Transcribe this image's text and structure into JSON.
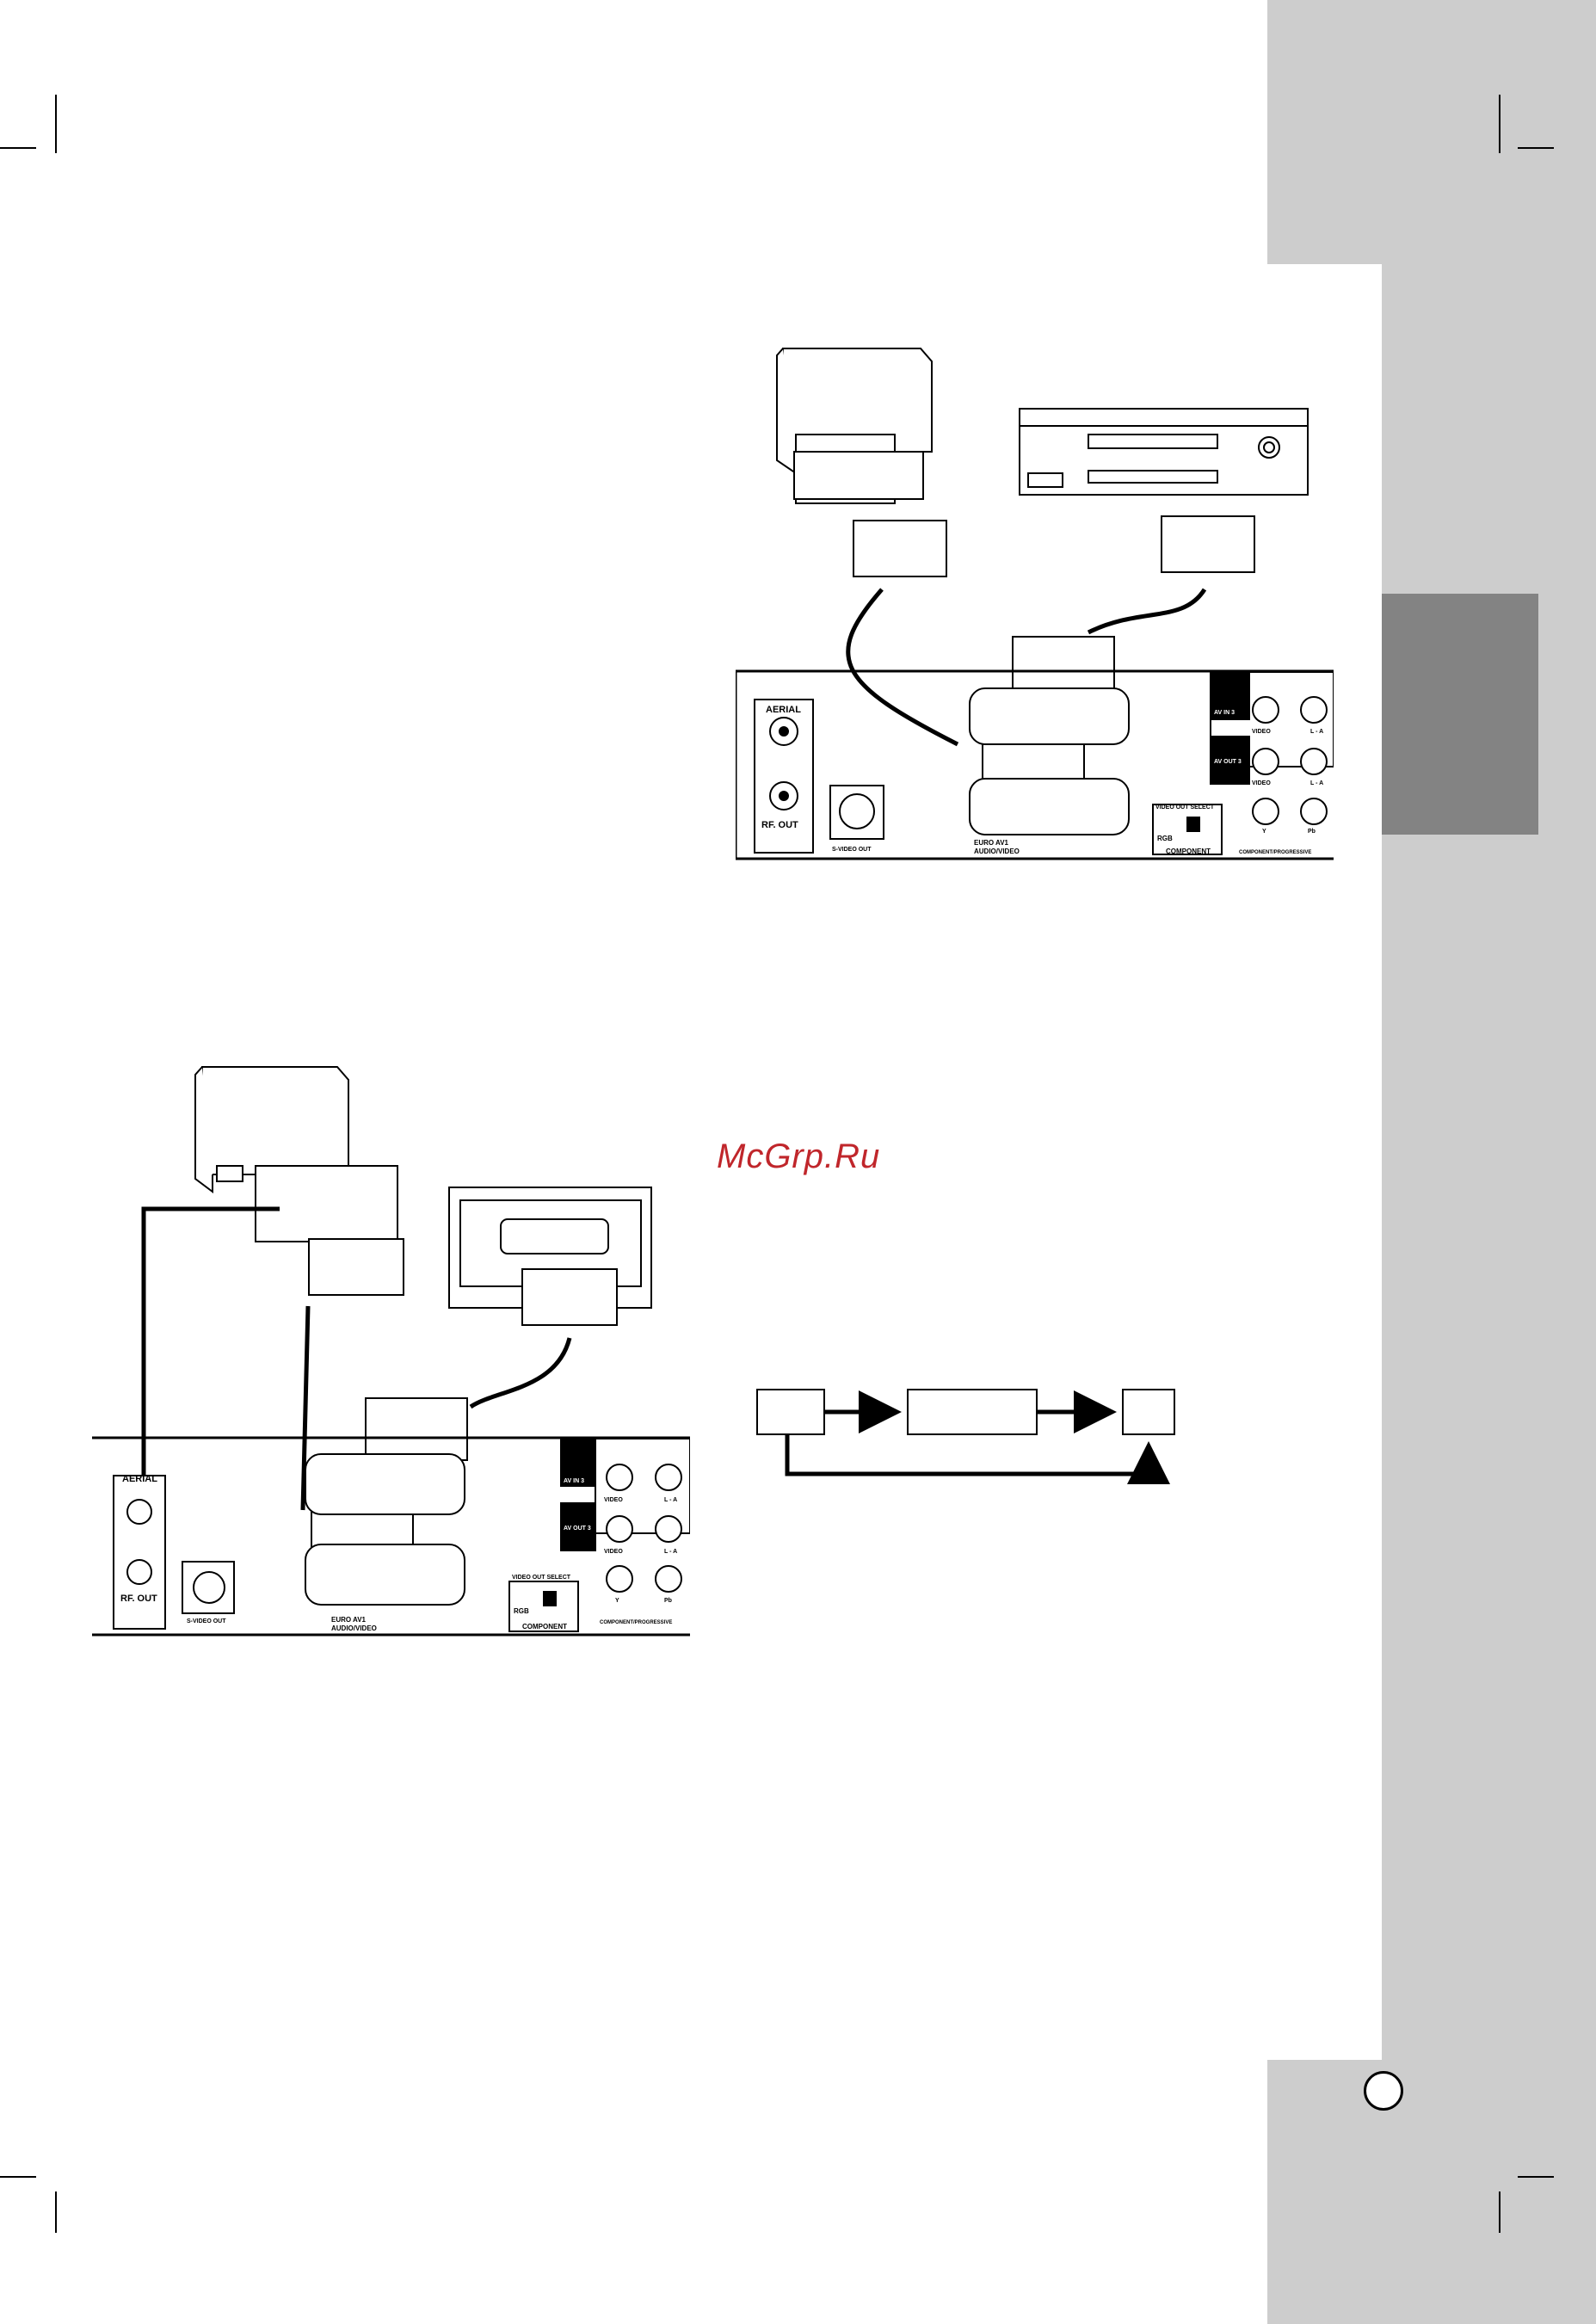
{
  "watermark": "McGrp.Ru",
  "panel_labels": {
    "aerial": "AERIAL",
    "rf_out": "RF. OUT",
    "s_video_out": "S-VIDEO OUT",
    "euro_av1": "EURO AV1",
    "audio_video": "AUDIO/VIDEO",
    "av_in_3": "AV IN 3",
    "av_out_3": "AV OUT 3",
    "video": "VIDEO",
    "l_audio": "L - A",
    "video_out_select": "VIDEO OUT SELECT",
    "rgb": "RGB",
    "component": "COMPONENT",
    "component_progressive": "COMPONENT/PROGRESSIVE",
    "y": "Y",
    "pb": "Pb"
  },
  "colors": {
    "sidebar": "#cdcdcd",
    "tab": "#838383",
    "watermark": "#c0262b"
  }
}
